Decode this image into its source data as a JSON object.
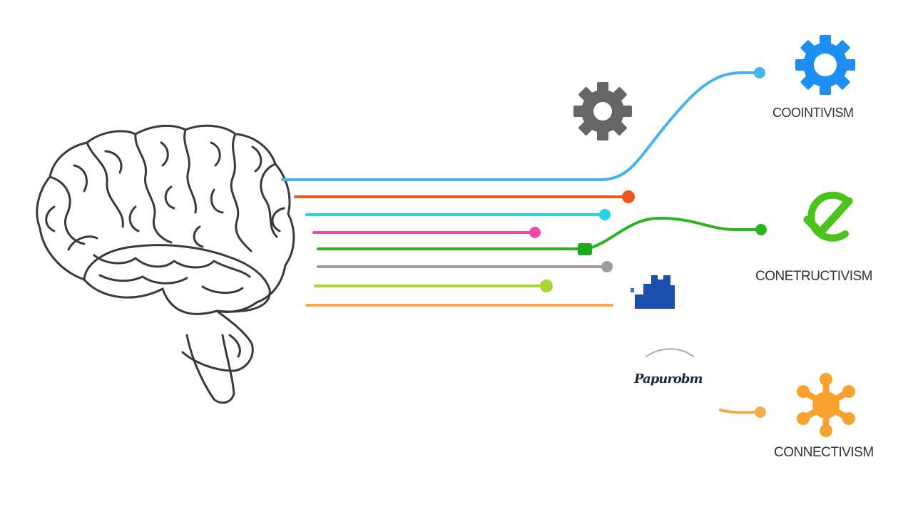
{
  "diagram": {
    "labels": {
      "cognitivism": "COOINTIVISM",
      "constructivism": "CONETRUCTIVISM",
      "behaviorism": "Papurobm",
      "connectivism": "CONNECTIVISM"
    },
    "icons": {
      "brain": "brain-outline-icon",
      "gray_gear": "gear-icon",
      "blue_gear": "gear-icon",
      "check": "checkmark-icon",
      "blocks": "bar-blocks-icon",
      "network": "network-node-icon"
    },
    "colors": {
      "line_blue": "#45b4ee",
      "line_orange": "#e8581c",
      "line_cyan": "#27d0ea",
      "line_pink": "#ee4aa9",
      "line_green": "#28b51f",
      "line_gray": "#9a9ca3",
      "line_lime": "#a8d631",
      "line_amber": "#f4a94a",
      "gear_gray": "#666666",
      "gear_blue": "#1c8ff2",
      "check_green": "#4ac41a",
      "blocks_navy": "#1a4fb0",
      "network_orange": "#f8a12c",
      "brain_stroke": "#3a3a3a"
    }
  }
}
